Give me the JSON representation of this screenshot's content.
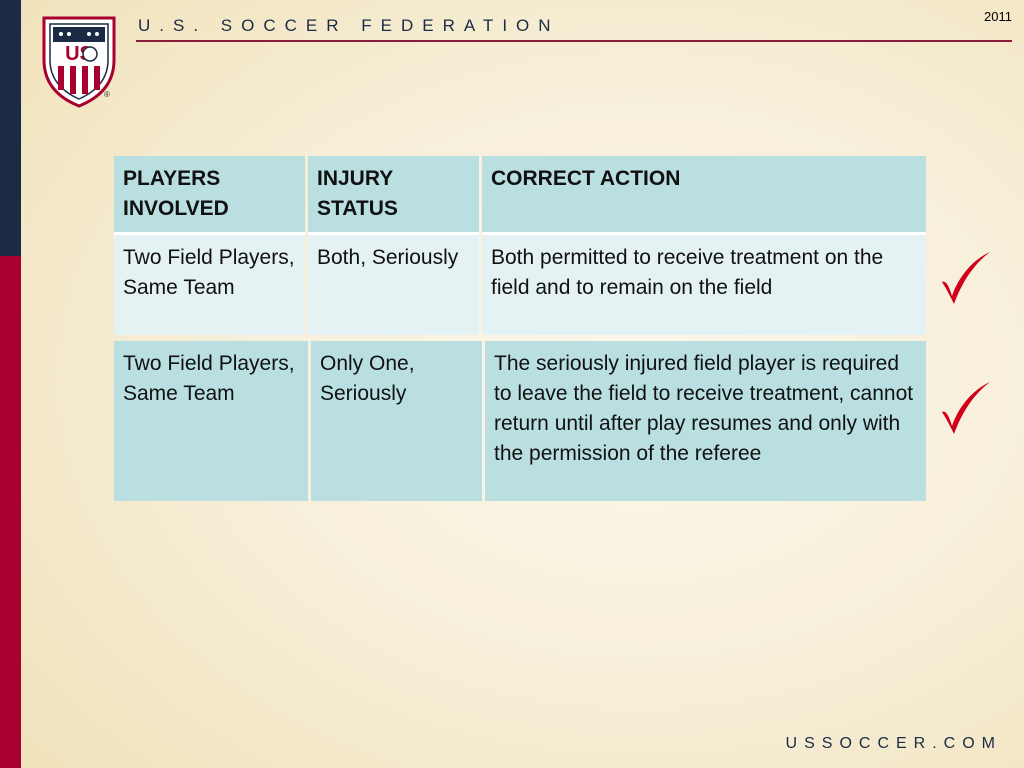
{
  "header": {
    "org_title": "U.S. SOCCER FEDERATION",
    "year": "2011",
    "crest_letters": "US",
    "registered_mark": "®"
  },
  "footer": {
    "url": "USSOCCER.COM"
  },
  "table": {
    "headers": [
      "PLAYERS INVOLVED",
      "INJURY STATUS",
      "CORRECT ACTION"
    ],
    "rows": [
      [
        "Two Field Players, Same Team",
        "Both, Seriously",
        "Both permitted to receive treatment on the field and to remain on the field"
      ],
      [
        "Two Field Players, Same Team",
        "Only One, Seriously",
        "The seriously injured field player is required to leave the field to receive treatment, cannot return until after play resumes and only with the permission of the referee"
      ]
    ]
  },
  "colors": {
    "navy": "#1b2b45",
    "red": "#a8002f",
    "table_header": "#b9dfe1",
    "table_row_light": "#e5f2f3",
    "check": "#d0001b"
  },
  "icons": [
    "us-soccer-crest-icon",
    "checkmark-icon"
  ]
}
